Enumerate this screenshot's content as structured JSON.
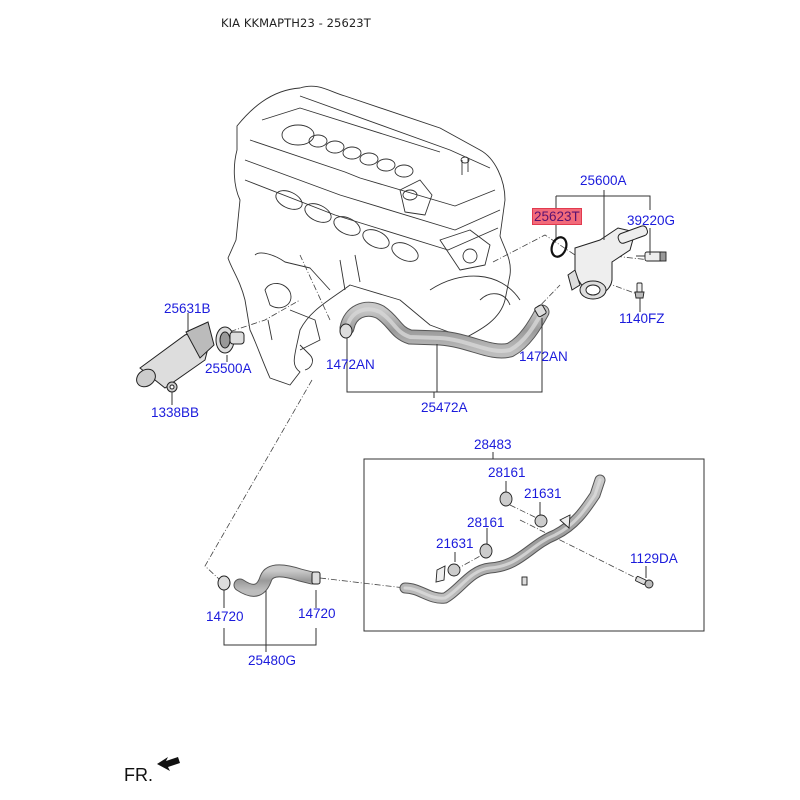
{
  "header": {
    "title": "KIA KKMAPTH23 - 25623T"
  },
  "highlight_color": "#f26a7a",
  "label_color": "#1b1bdc",
  "labels": {
    "l25600A": "25600A",
    "l25623T": "25623T",
    "l39220G": "39220G",
    "l1140FZ": "1140FZ",
    "l25631B": "25631B",
    "l25500A": "25500A",
    "l1338BB": "1338BB",
    "l1472AN_left": "1472AN",
    "l1472AN_right": "1472AN",
    "l25472A": "25472A",
    "l28483": "28483",
    "l28161_top": "28161",
    "l21631_top": "21631",
    "l28161_bottom": "28161",
    "l21631_bottom": "21631",
    "l1129DA": "1129DA",
    "l14720_left": "14720",
    "l14720_right": "14720",
    "l25480G": "25480G"
  },
  "selected_part": "25623T",
  "orientation": {
    "label": "FR.",
    "icon": "front-direction-arrow-icon"
  }
}
